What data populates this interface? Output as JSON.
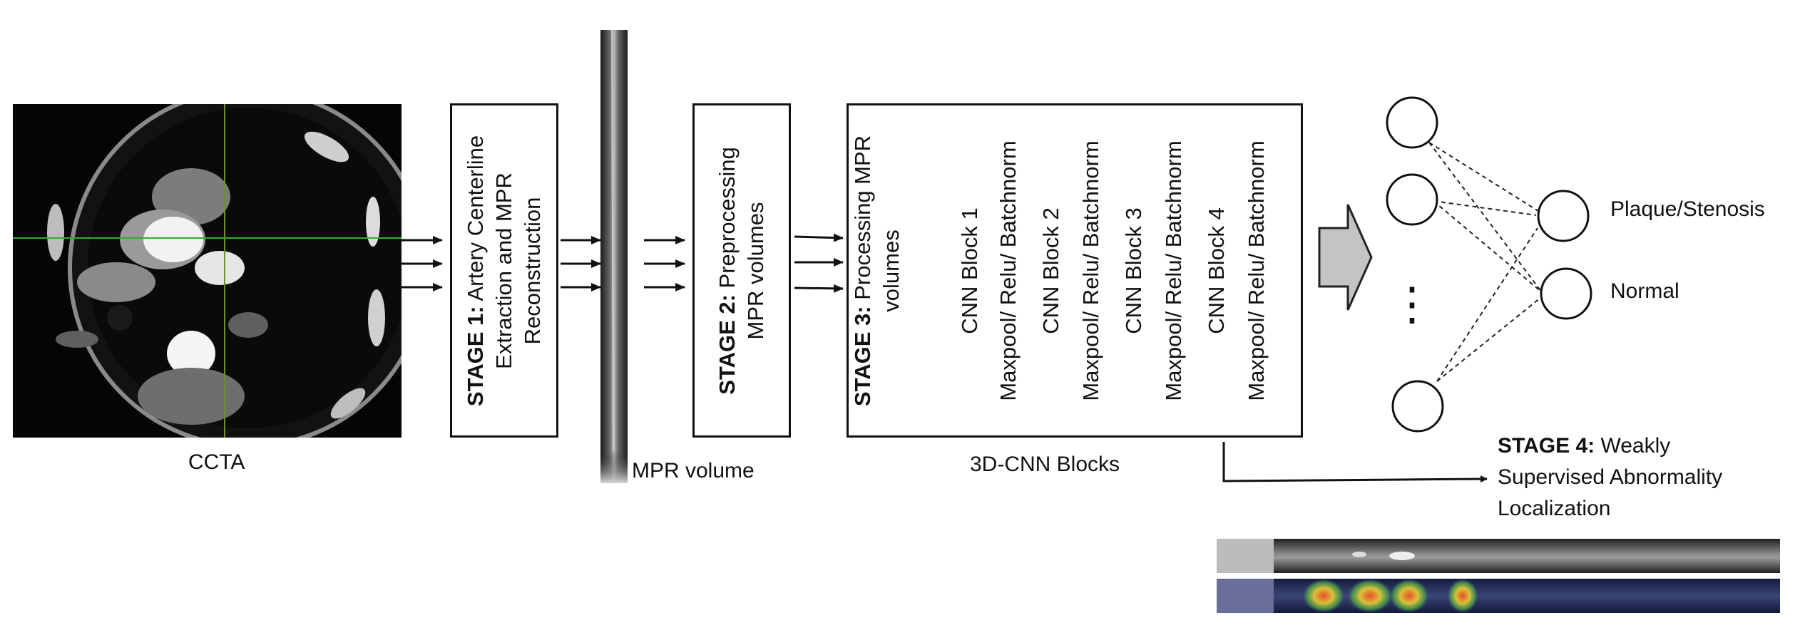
{
  "ccta_caption": "CCTA",
  "stage1": {
    "label": "STAGE 1:",
    "line1": " Artery Centerline",
    "line2": "Extraction and MPR",
    "line3": "Reconstruction"
  },
  "mpr_caption": "MPR volume",
  "stage2": {
    "label": "STAGE 2:",
    "line1": " Preprocessing",
    "line2": "MPR volumes"
  },
  "stage3": {
    "label": "STAGE 3:",
    "line1": " Processing MPR",
    "line2": "volumes",
    "blocks": [
      "CNN Block 1",
      "CNN Block 2",
      "CNN Block 3",
      "CNN Block 4"
    ],
    "layers": "Maxpool/ Relu/ Batchnorm",
    "caption": "3D-CNN Blocks"
  },
  "network": {
    "ellipsis": "⋮",
    "outputs": [
      "Plaque/Stenosis",
      "Normal"
    ]
  },
  "stage4": {
    "label": "STAGE 4:",
    "line1": " Weakly",
    "line2": "Supervised Abnormality",
    "line3": "Localization"
  }
}
